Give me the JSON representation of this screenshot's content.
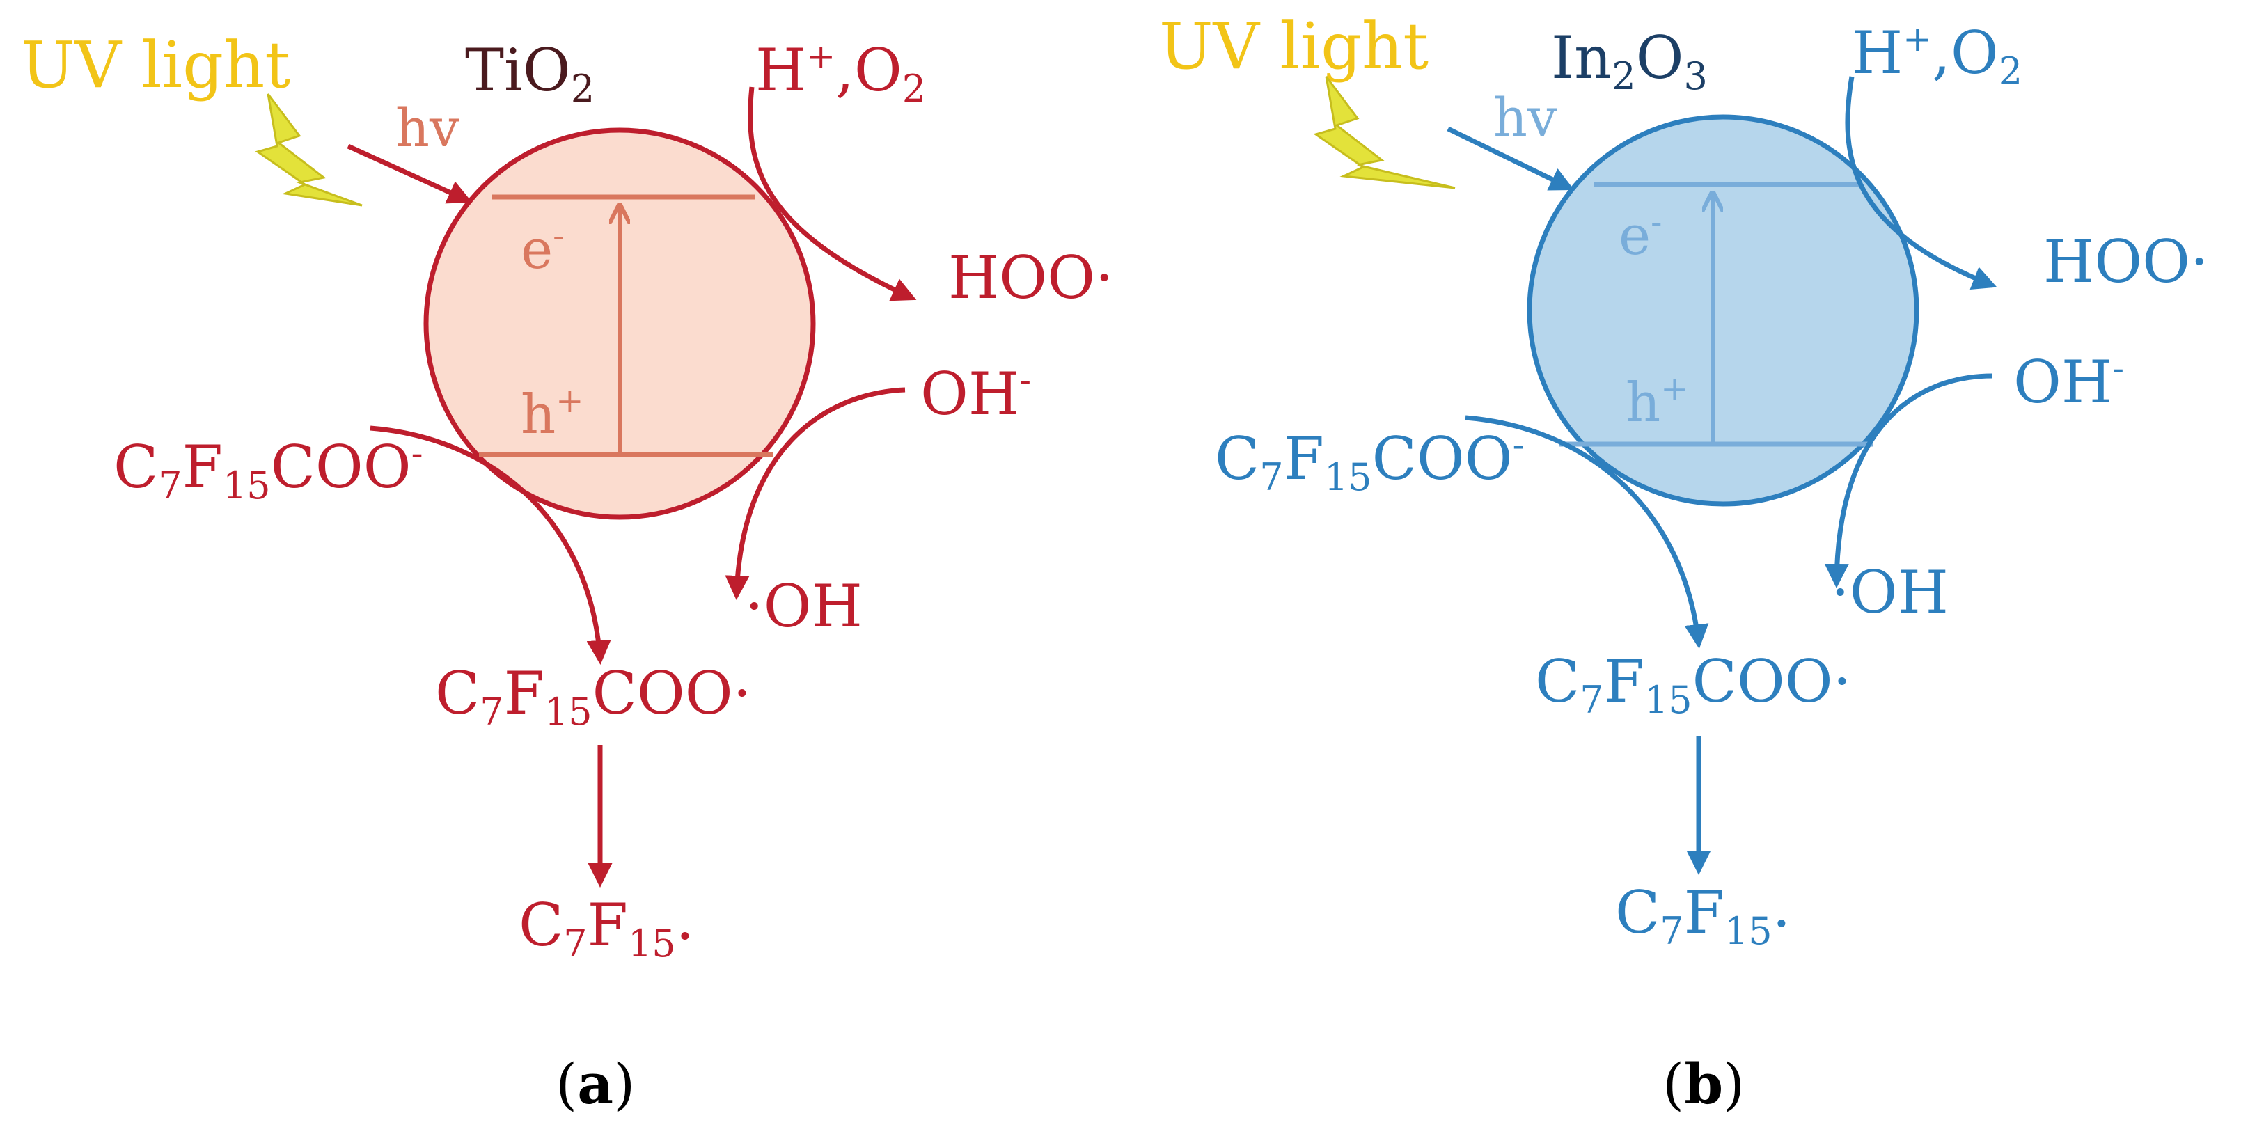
{
  "colors": {
    "uv": "#F2C417",
    "bolt": "#E3E23A",
    "a_stroke": "#BE1E2D",
    "a_inner": "#D9775E",
    "a_fill": "#FBDCCF",
    "a_title": "#4A1A1E",
    "b_stroke": "#2D7FBE",
    "b_inner": "#79ADDA",
    "b_fill": "#B6D6EC",
    "b_title": "#1C3F66"
  },
  "panels": [
    {
      "id": "a",
      "caption_letter": "a",
      "material": {
        "base1": "TiO",
        "sub1": "2",
        "base2": "",
        "sub2": ""
      },
      "uv_label": "UV light",
      "hv_label": "hv",
      "electron": {
        "base": "e",
        "sup": "-"
      },
      "hole": {
        "base": "h",
        "sup": "+"
      },
      "reactant_top": {
        "p1": "H",
        "s1": "+",
        "p2": ",O",
        "s2": "2"
      },
      "hoo_label": "HOO·",
      "oh_minus": {
        "base": "OH",
        "sup": "-"
      },
      "oh_radical": "·OH",
      "pfoa": {
        "p1": "C",
        "s1": "7",
        "p2": "F",
        "s2": "15",
        "p3": "COO",
        "sup": "-"
      },
      "pfoa_radical": {
        "p1": "C",
        "s1": "7",
        "p2": "F",
        "s2": "15",
        "p3": "COO·"
      },
      "perfluoro_radical": {
        "p1": "C",
        "s1": "7",
        "p2": "F",
        "s2": "15",
        "p3": "·"
      }
    },
    {
      "id": "b",
      "caption_letter": "b",
      "material": {
        "base1": "In",
        "sub1": "2",
        "base2": "O",
        "sub2": "3"
      },
      "uv_label": "UV light",
      "hv_label": "hv",
      "electron": {
        "base": "e",
        "sup": "-"
      },
      "hole": {
        "base": "h",
        "sup": "+"
      },
      "reactant_top": {
        "p1": "H",
        "s1": "+",
        "p2": ",O",
        "s2": "2"
      },
      "hoo_label": "HOO·",
      "oh_minus": {
        "base": "OH",
        "sup": "-"
      },
      "oh_radical": "·OH",
      "pfoa": {
        "p1": "C",
        "s1": "7",
        "p2": "F",
        "s2": "15",
        "p3": "COO",
        "sup": "-"
      },
      "pfoa_radical": {
        "p1": "C",
        "s1": "7",
        "p2": "F",
        "s2": "15",
        "p3": "COO·"
      },
      "perfluoro_radical": {
        "p1": "C",
        "s1": "7",
        "p2": "F",
        "s2": "15",
        "p3": "·"
      }
    }
  ]
}
